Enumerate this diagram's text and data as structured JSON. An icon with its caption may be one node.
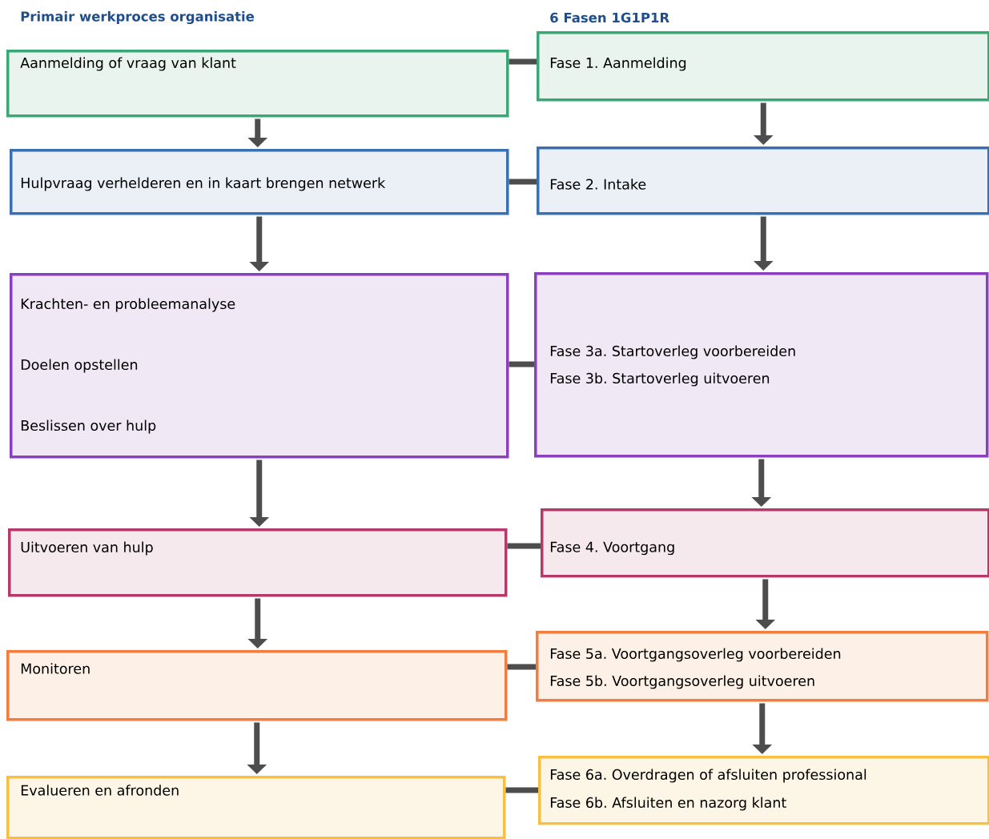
{
  "diagram": {
    "nodes": [
      {
        "text": [
          "Aanmelding of vraag van klant"
        ]
      },
      {
        "text": [
          "Hulpvraag verhelderen en in kaart brengen netwerk"
        ]
      },
      {
        "text": [
          "Krachten- en probleemanalyse",
          "Doelen opstellen",
          "Beslissen over hulp"
        ]
      },
      {
        "text": [
          "Uitvoeren van hulp"
        ]
      },
      {
        "text": [
          "Monitoren"
        ]
      },
      {
        "text": [
          "Evalueren en afronden"
        ]
      },
      {
        "text": [
          "Fase 1. Aanmelding"
        ]
      },
      {
        "text": [
          "Fase 2. Intake"
        ]
      },
      {
        "text": [
          "Fase 3a. Startoverleg voorbereiden",
          "Fase 3b. Startoverleg uitvoeren"
        ]
      },
      {
        "text": [
          "Fase 4. Voortgang"
        ]
      },
      {
        "text": [
          "Fase 5a. Voortgangsoverleg voorbereiden",
          "Fase 5b. Voortgangsoverleg uitvoeren"
        ]
      },
      {
        "text": [
          "Fase 6a. Overdragen of afsluiten professional",
          "Fase 6b. Afsluiten en nazorg klant"
        ]
      }
    ],
    "edges": [
      {
        "from": 0,
        "to": 1,
        "arrow": "to"
      },
      {
        "from": 1,
        "to": 2,
        "arrow": "to"
      },
      {
        "from": 2,
        "to": 3,
        "arrow": "to"
      },
      {
        "from": 3,
        "to": 4,
        "arrow": "to"
      },
      {
        "from": 4,
        "to": 5,
        "arrow": "to"
      },
      {
        "from": 6,
        "to": 7,
        "arrow": "to"
      },
      {
        "from": 7,
        "to": 8,
        "arrow": "to"
      },
      {
        "from": 8,
        "to": 9,
        "arrow": "to"
      },
      {
        "from": 9,
        "to": 10,
        "arrow": "to"
      },
      {
        "from": 10,
        "to": 11,
        "arrow": "to"
      },
      {
        "from": 0,
        "to": 6,
        "arrow": "none"
      },
      {
        "from": 1,
        "to": 7,
        "arrow": "none"
      },
      {
        "from": 2,
        "to": 8,
        "arrow": "none"
      },
      {
        "from": 3,
        "to": 9,
        "arrow": "none"
      },
      {
        "from": 4,
        "to": 10,
        "arrow": "none"
      },
      {
        "from": 5,
        "to": 11,
        "arrow": "none"
      }
    ],
    "labels": [
      "Primair werkproces organisatie",
      "6 Fasen 1G1P1R"
    ]
  }
}
